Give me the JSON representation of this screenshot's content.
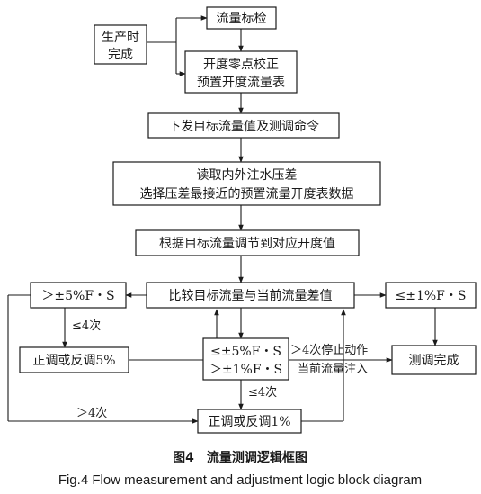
{
  "nodes": {
    "flow_calibration": "流量标检",
    "production_line1": "生产时",
    "production_line2": "完成",
    "zero_line1": "开度零点校正",
    "zero_line2": "预置开度流量表",
    "issue_target": "下发目标流量值及测调命令",
    "read_line1": "读取内外注水压差",
    "read_line2": "选择压差最接近的预置流量开度表数据",
    "adjust_opening": "根据目标流量调节到对应开度值",
    "compare": "比较目标流量与当前流量差值",
    "gt5": "＞±5%F・S",
    "le1": "≤±1%F・S",
    "adjust5": "正调或反调5%",
    "range_line1": "≤±5%F・S",
    "range_line2": "＞±1%F・S",
    "done": "测调完成",
    "adjust1": "正调或反调1%"
  },
  "edge_labels": {
    "le4_a": "≤4次",
    "stop_line1": "＞4次停止动作",
    "stop_line2": "当前流量注入",
    "le4_b": "≤4次",
    "gt4": "＞4次"
  },
  "caption": {
    "cn": "图4　流量测调逻辑框图",
    "en": "Fig.4   Flow measurement and adjustment logic block diagram"
  }
}
